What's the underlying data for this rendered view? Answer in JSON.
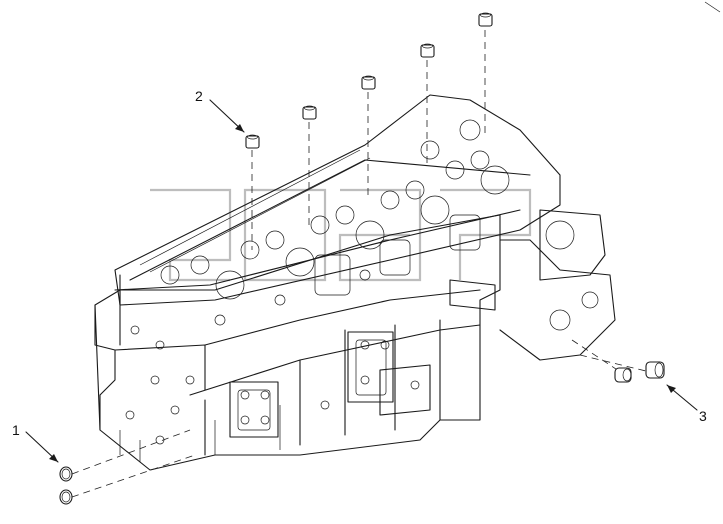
{
  "callouts": [
    {
      "id": "1",
      "label": "1"
    },
    {
      "id": "2",
      "label": "2"
    },
    {
      "id": "3",
      "label": "3"
    }
  ],
  "parts": {
    "plug_count_head": 5,
    "o_ring_count": 2,
    "plug_count_side": 2
  },
  "colors": {
    "line": "#1a1a1a",
    "watermark": "#bdbdbd",
    "background": "#ffffff"
  }
}
